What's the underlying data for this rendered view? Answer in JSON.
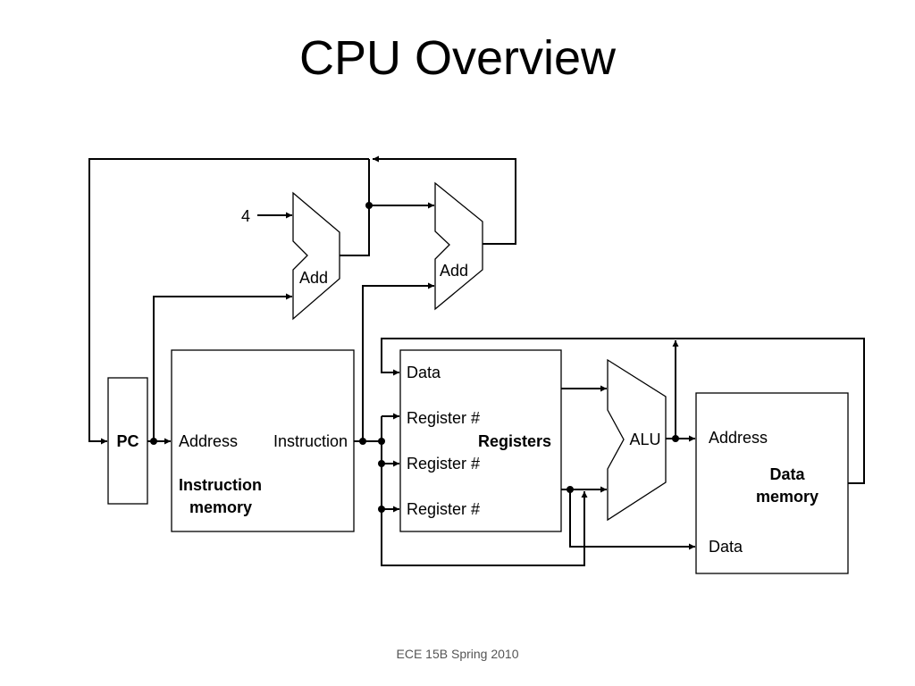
{
  "slide": {
    "title": "CPU Overview",
    "footer": "ECE 15B Spring 2010"
  },
  "diagram": {
    "constant_input": "4",
    "pc": {
      "label": "PC"
    },
    "adder_pc": {
      "label": "Add"
    },
    "adder_branch": {
      "label": "Add"
    },
    "instruction_memory": {
      "address_port": "Address",
      "instruction_port": "Instruction",
      "name_line1": "Instruction",
      "name_line2": "memory"
    },
    "registers": {
      "data_port": "Data",
      "reg_port_1": "Register #",
      "reg_port_2": "Register #",
      "reg_port_3": "Register #",
      "name": "Registers"
    },
    "alu": {
      "label": "ALU"
    },
    "data_memory": {
      "address_port": "Address",
      "data_port": "Data",
      "name_line1": "Data",
      "name_line2": "memory"
    }
  }
}
